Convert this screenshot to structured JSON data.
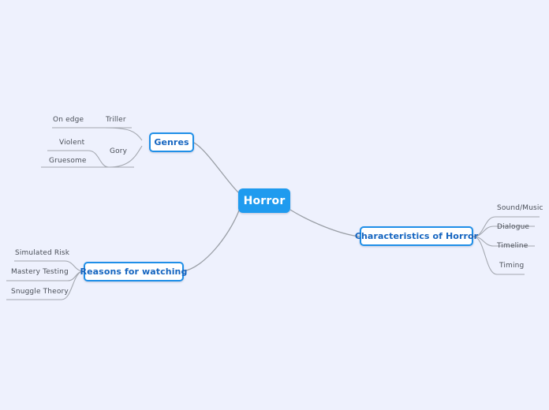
{
  "canvas": {
    "background_color": "#eef1fd",
    "link_color": "#9a9fa6"
  },
  "root": {
    "label": "Horror",
    "fill_color": "#1f9bef",
    "text_color": "#ffffff"
  },
  "branches": [
    {
      "id": "genres",
      "label": "Genres",
      "border_color": "#1f8fe8",
      "text_color": "#1565c0",
      "leaves": [
        {
          "label": "On edge"
        },
        {
          "label": "Triller"
        },
        {
          "label": "Violent"
        },
        {
          "label": "Gory"
        },
        {
          "label": "Gruesome"
        }
      ]
    },
    {
      "id": "characteristics-of-horror",
      "label": "Characteristics of Horror",
      "border_color": "#1f8fe8",
      "text_color": "#1565c0",
      "leaves": [
        {
          "label": "Sound/Music"
        },
        {
          "label": "Dialogue"
        },
        {
          "label": "Timeline"
        },
        {
          "label": "Timing"
        }
      ]
    },
    {
      "id": "reasons-for-watching",
      "label": "Reasons for watching",
      "border_color": "#1f8fe8",
      "text_color": "#1565c0",
      "leaves": [
        {
          "label": "Simulated Risk"
        },
        {
          "label": "Mastery Testing"
        },
        {
          "label": "Snuggle Theory"
        }
      ]
    }
  ]
}
